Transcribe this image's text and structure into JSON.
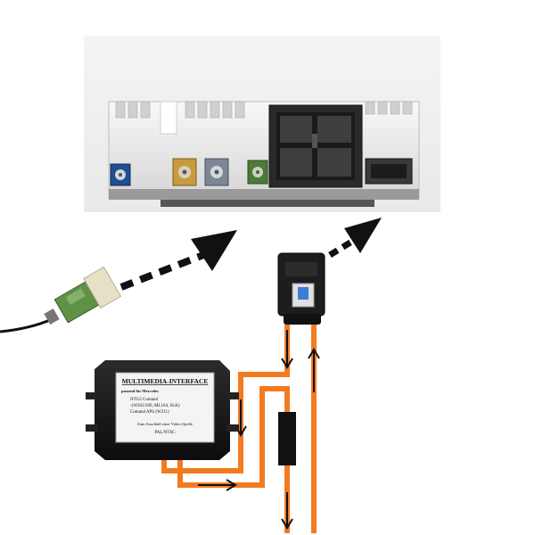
{
  "module": {
    "title": "MULTIMEDIA-INTERFACE",
    "subtitle": "passend für Mercedes",
    "compat_lines": [
      "NTG2 Comand",
      "-(W203/209, ML164, SLK)",
      "Comand APS (W211)"
    ],
    "purpose": "Zum Anschluß einer Video-Quelle",
    "format": "PAL/NTSC"
  },
  "colors": {
    "cable_orange": "#f47a20",
    "arrow_black": "#111111",
    "connector_green": "#5f9146"
  }
}
